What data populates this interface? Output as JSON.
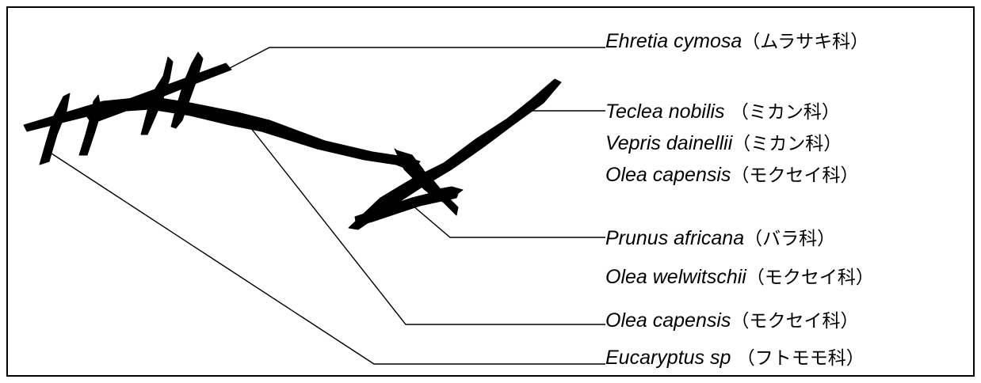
{
  "colors": {
    "branch": "#000000",
    "leader": "#000000",
    "text": "#000000",
    "background": "#ffffff"
  },
  "labels": [
    {
      "scientific": "Ehretia cymosa",
      "family": "（ムラサキ科）"
    },
    {
      "scientific": "Teclea nobilis",
      "family": " （ミカン科）"
    },
    {
      "scientific": "Vepris dainellii",
      "family": "（ミカン科）"
    },
    {
      "scientific": "Olea capensis",
      "family": "（モクセイ科）"
    },
    {
      "scientific": "Prunus africana",
      "family": "（バラ科）"
    },
    {
      "scientific": "Olea welwitschii",
      "family": "（モクセイ科）"
    },
    {
      "scientific": "Olea capensis",
      "family": "（モクセイ科）"
    },
    {
      "scientific": "Eucaryptus sp",
      "family": " （フトモモ科）"
    }
  ]
}
